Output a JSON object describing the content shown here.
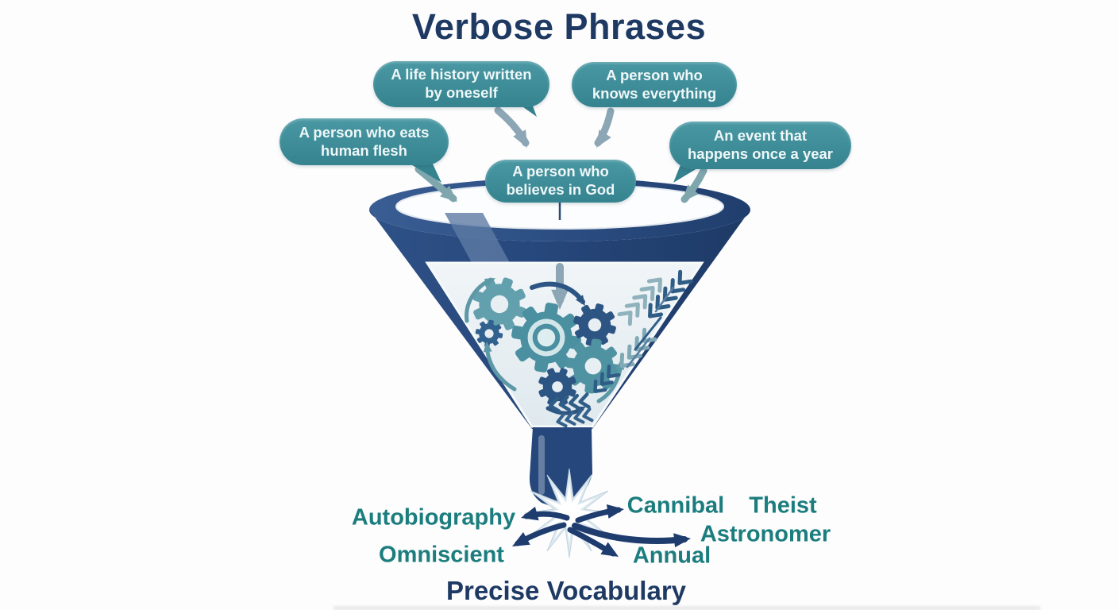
{
  "title": "Verbose Phrases",
  "bottom_title": "Precise Vocabulary",
  "verbose_bubbles": [
    {
      "line1": "A life history written",
      "line2": "by oneself"
    },
    {
      "line1": "A person who",
      "line2": "knows everything"
    },
    {
      "line1": "A person who eats",
      "line2": "human flesh"
    },
    {
      "line1": "An event that",
      "line2": "happens once a year"
    },
    {
      "line1": "A person who",
      "line2": "believes in God"
    }
  ],
  "precise_words": [
    "Autobiography",
    "Omniscient",
    "Cannibal",
    "Theist",
    "Astronomer",
    "Annual"
  ],
  "icons": {
    "funnel-icon": "▽",
    "gear-icon": "⚙",
    "chevron-flow-icon": "»",
    "down-arrow-icon": "↓",
    "curved-arrow-icon": "↪",
    "splash-burst-icon": "✺"
  },
  "colors": {
    "navy": "#26477B",
    "navy_text": "#1E3A63",
    "bubble_teal": "#3A8B97",
    "word_teal": "#1B7D7E",
    "arrow_gray_blue": "#8CA6B5",
    "arrow_teal_gray": "#7FA6AD",
    "funnel_panel": "#E8EFF3",
    "background": "#FDFDFE"
  }
}
